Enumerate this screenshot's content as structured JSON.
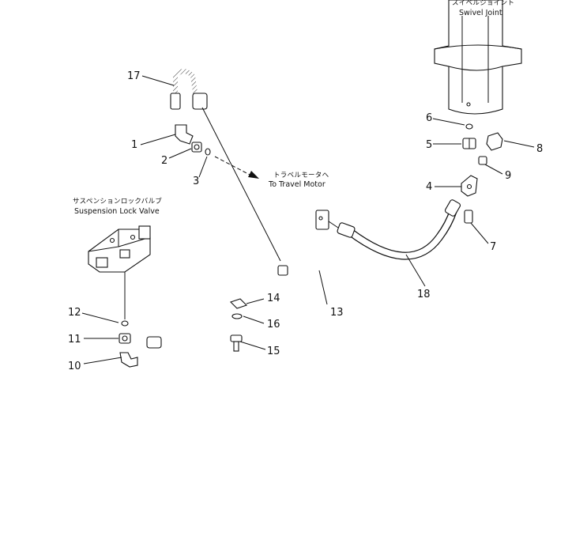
{
  "swivel_joint": {
    "label_jp": "スイベルジョイント",
    "label_en": "Swivel Joint"
  },
  "travel_motor": {
    "label_jp": "トラベルモータへ",
    "label_en": "To Travel Motor"
  },
  "suspension_valve": {
    "label_jp": "サスペンションロックバルブ",
    "label_en": "Suspension Lock Valve"
  },
  "callouts": [
    "1",
    "2",
    "3",
    "4",
    "5",
    "6",
    "7",
    "8",
    "9",
    "10",
    "11",
    "12",
    "13",
    "14",
    "15",
    "16",
    "17",
    "18"
  ]
}
